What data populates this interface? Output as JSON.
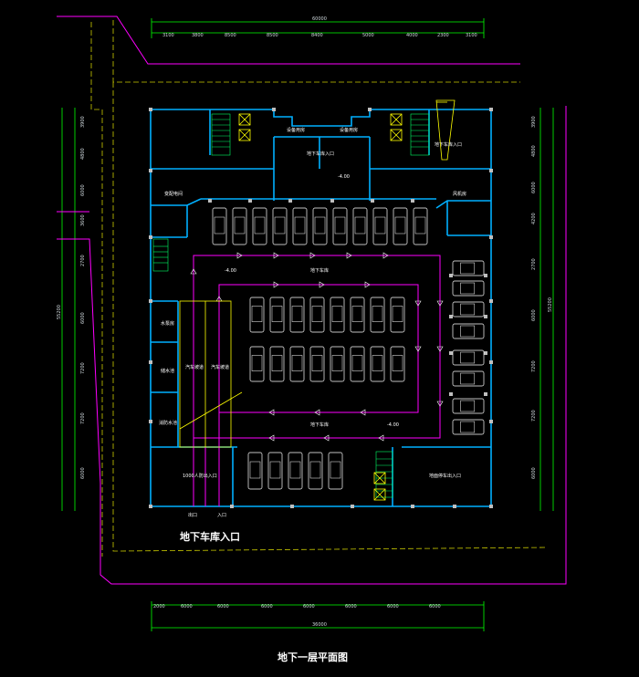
{
  "drawing": {
    "title": "地下一层平面图",
    "entrance_label": "地下车库入口"
  },
  "dimensions": {
    "top_total": "60000",
    "top_segments": [
      "3100",
      "3800",
      "8500",
      "8500",
      "8400",
      "5000",
      "4000",
      "2300",
      "3100"
    ],
    "bottom_segments": [
      "2000",
      "6000",
      "6000",
      "6000",
      "6000",
      "6000",
      "6000",
      "6000"
    ],
    "bottom_total": "36000",
    "left_total": "55200",
    "left_segments": [
      "3900",
      "4800",
      "6000",
      "3600",
      "2700",
      "6000",
      "7200",
      "7200",
      "6000"
    ],
    "right_total": "55200",
    "right_segments": [
      "3900",
      "4800",
      "6000",
      "4200",
      "2700",
      "6000",
      "7200",
      "7200",
      "6000"
    ]
  },
  "rooms": {
    "top_center_1": "设备用房",
    "top_center_2": "设备用房",
    "lobby": "地下车库入口",
    "left_upper": "变配电间",
    "right_upper": "风机房",
    "right_top": "地下车库入口",
    "center_lane_top": "地下车库",
    "center_lane_bottom": "地下车库",
    "left_room_1": "水泵房",
    "left_room_2": "储水池",
    "left_room_3": "消防水池",
    "ramp_1": "汽车坡道",
    "ramp_2": "汽车坡道",
    "bottom_right_room": "地面停车出入口",
    "bottom_left_room": "1000人防出入口"
  },
  "levels": {
    "lobby": "-4.00",
    "lane_top": "-4.00",
    "lane_bottom": "-4.00"
  },
  "entrance_marks": {
    "exit": "出口",
    "entry": "入口"
  },
  "colors": {
    "wall": "#00b0ff",
    "lane": "#ff00ff",
    "site_line": "#ffff00",
    "dim_line": "#00ff00",
    "car": "#ffffff",
    "ramp": "#ffff00"
  }
}
